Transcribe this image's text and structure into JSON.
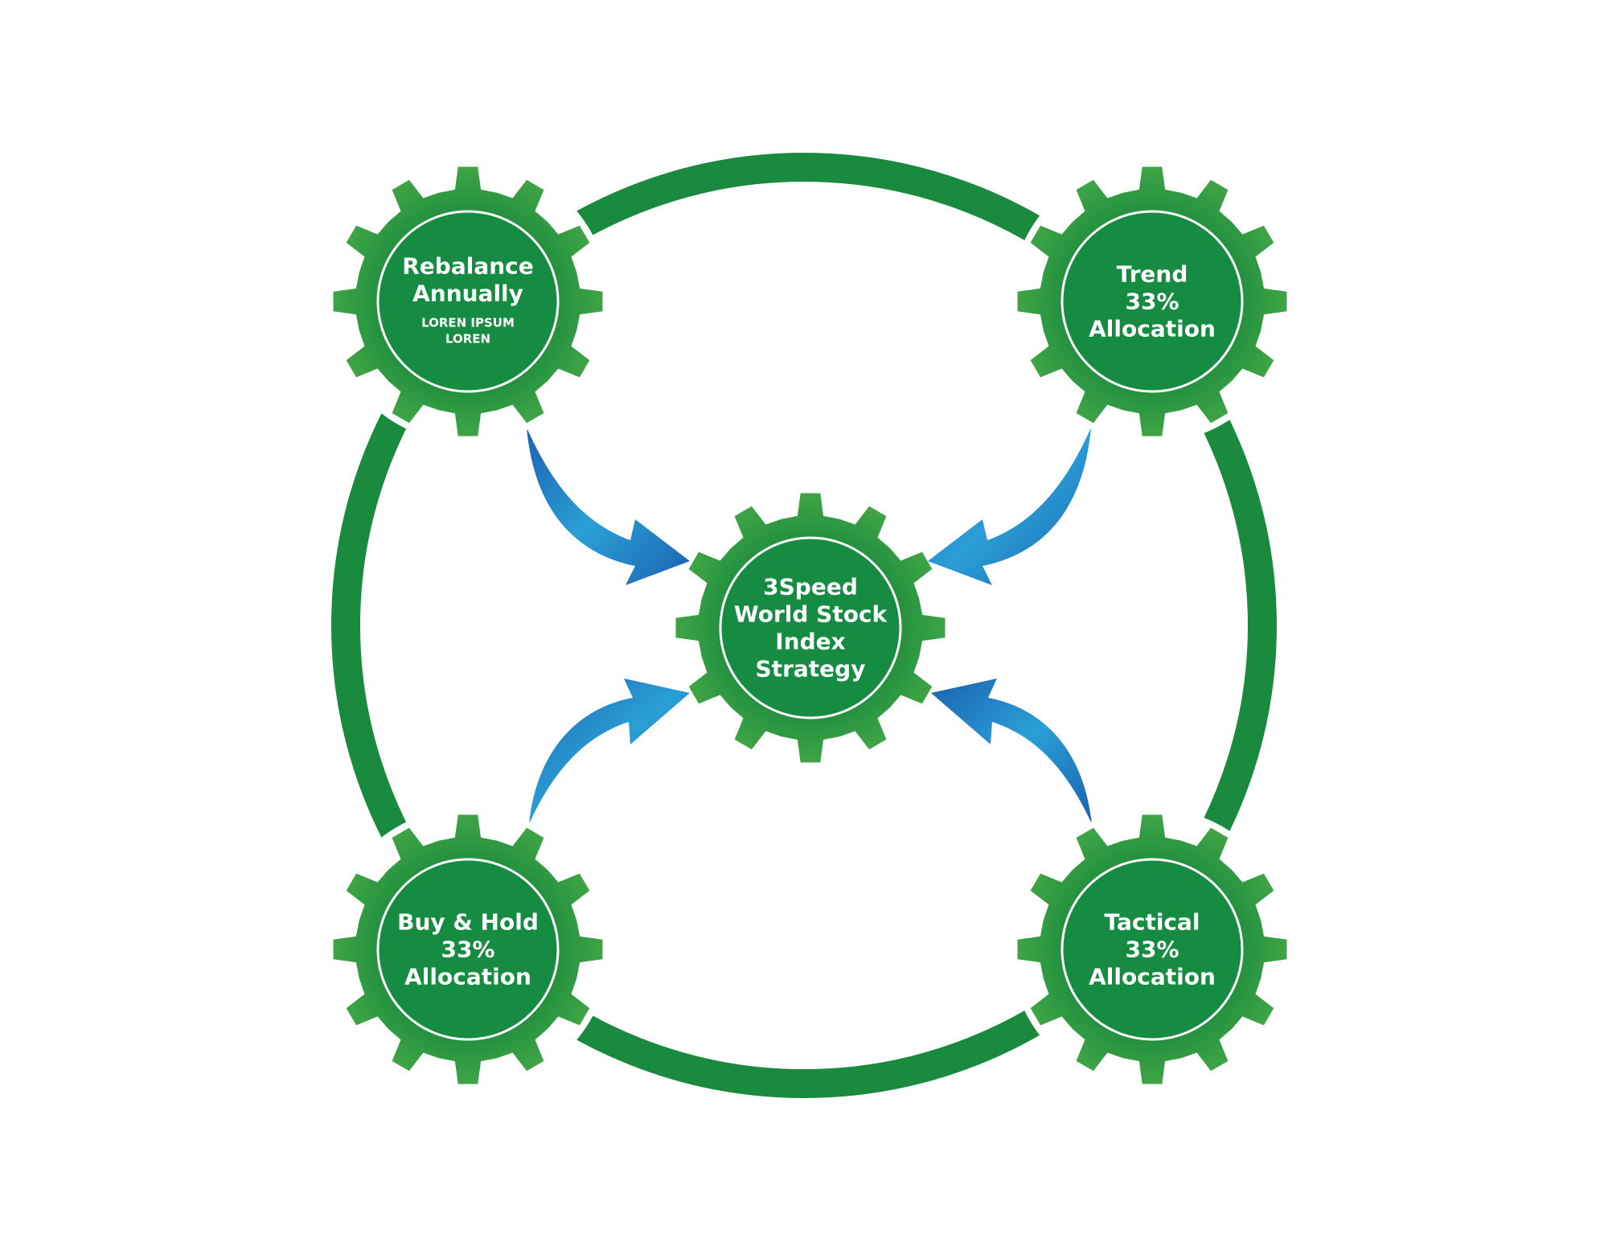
{
  "colors": {
    "gear_light": "#3fa445",
    "gear_dark": "#1a8a3e",
    "gear_core": "#168c43",
    "ring": "#1a8a3e",
    "arrow_light": "#2a9fd6",
    "arrow_dark": "#1b62b0",
    "text": "#ffffff"
  },
  "center_gear": {
    "lines": [
      "3Speed",
      "World Stock",
      "Index",
      "Strategy"
    ]
  },
  "gears": {
    "top_left": {
      "lines": [
        "Rebalance",
        "Annually"
      ],
      "sub_lines": [
        "LOREN IPSUM",
        "LOREN"
      ]
    },
    "top_right": {
      "lines": [
        "Trend",
        "33%",
        "Allocation"
      ]
    },
    "bottom_left": {
      "lines": [
        "Buy & Hold",
        "33%",
        "Allocation"
      ]
    },
    "bottom_right": {
      "lines": [
        "Tactical",
        "33%",
        "Allocation"
      ]
    }
  }
}
